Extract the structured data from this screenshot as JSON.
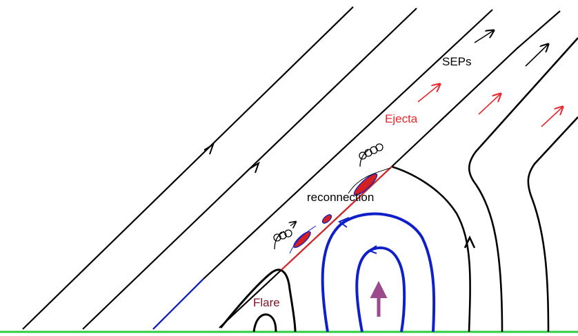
{
  "labels": {
    "seps": "SEPs",
    "ejecta": "Ejecta",
    "reconnection": "reconnection",
    "flare": "Flare"
  },
  "colors": {
    "background": "#ffffff",
    "field_line": "#000000",
    "closed_loop": "#1020c8",
    "ejecta": "#e8262b",
    "flare": "#7a1526",
    "surface": "#2ecc40",
    "plasmoid": "#d32020",
    "upflow_arrow": "#9b4a8c"
  },
  "icons": {
    "open_field_direction": "chevron-arrow-icon",
    "sep_flow": "arrow-icon",
    "ejecta_flow": "arrow-icon",
    "particle_gyration": "spiral-icon",
    "emergence": "up-arrow-icon"
  }
}
